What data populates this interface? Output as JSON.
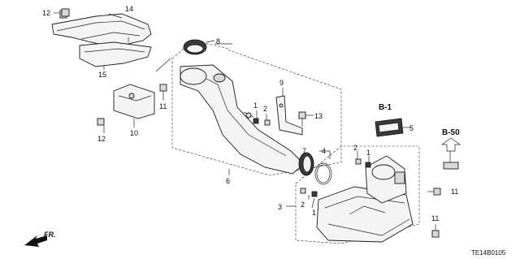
{
  "diagram_code": "TE14B0105",
  "direction_label": "FR.",
  "references": {
    "b1": "B-1",
    "b50": "B-50"
  },
  "callouts": {
    "c1a": "1",
    "c1b": "1",
    "c1c": "1",
    "c2a": "2",
    "c2b": "2",
    "c2c": "2",
    "c3": "3",
    "c4": "4",
    "c5": "5",
    "c6": "6",
    "c7": "7",
    "c8": "8",
    "c9": "9",
    "c10": "10",
    "c11a": "11",
    "c11b": "11",
    "c11c": "11",
    "c12a": "12",
    "c12b": "12",
    "c13": "13",
    "c14": "14",
    "c15": "15"
  }
}
